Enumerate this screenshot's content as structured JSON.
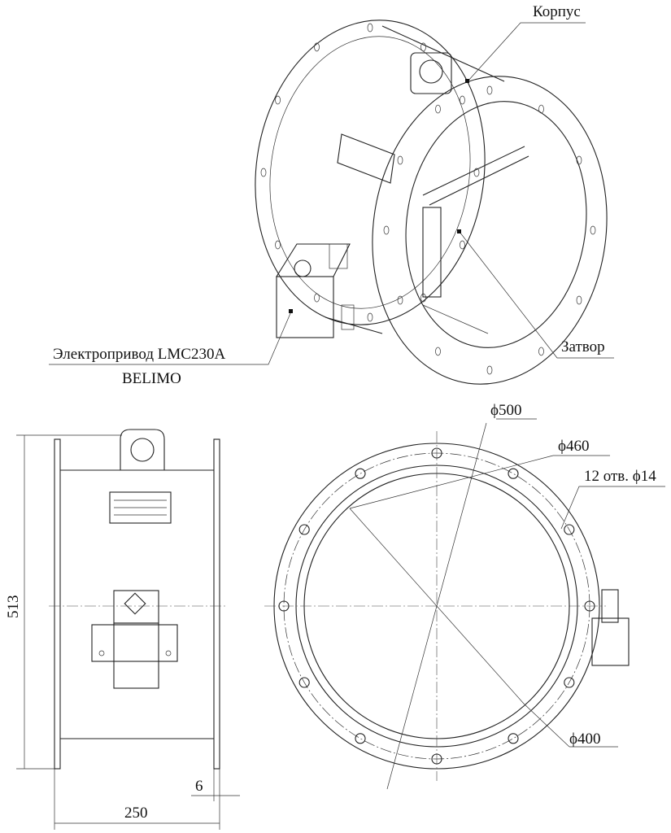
{
  "title": "Клапан — чертёж",
  "labels": {
    "body": "Корпус",
    "damper": "Затвор",
    "actuator_line1": "Электропривод LMC230A",
    "actuator_line2": "BELIMO"
  },
  "dimensions": {
    "height": "513",
    "length": "250",
    "flange_thickness": "6",
    "outer_diameter": "ϕ500",
    "bolt_circle": "ϕ460",
    "holes": "12 отв. ϕ14",
    "inner_diameter": "ϕ400"
  }
}
